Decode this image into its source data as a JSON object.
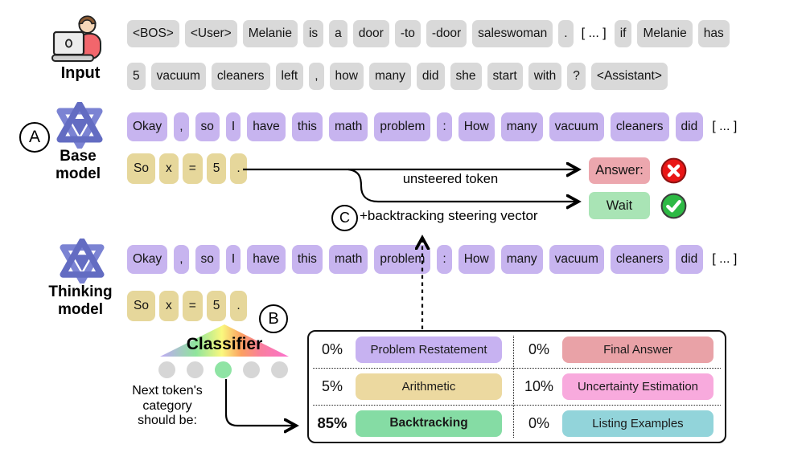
{
  "icons": {
    "input": "person-at-laptop-icon",
    "model": "hexagram-model-logo-icon",
    "fail": "red-cross-icon",
    "pass": "green-check-icon"
  },
  "colors": {
    "gray_token": "#d9d9d9",
    "purple_token": "#c7b4ef",
    "tan_token": "#e6d79b",
    "dot_gray": "#d6d6d6",
    "dot_green": "#8fe4a4",
    "answer_bg": "#eca7ae",
    "wait_bg": "#a9e4b5",
    "logo": "#636cc2",
    "logo_light": "#7b83d3"
  },
  "input": {
    "label": "Input",
    "row1": [
      "<BOS>",
      "<User>",
      "Melanie",
      "is",
      "a",
      "door",
      "-to",
      "-door",
      "saleswoman",
      ".",
      {
        "t": "[ ... ]",
        "plain": true
      },
      "if",
      "Melanie",
      "has"
    ],
    "row2": [
      "5",
      "vacuum",
      "cleaners",
      "left",
      ",",
      "how",
      "many",
      "did",
      "she",
      "start",
      "with",
      "?",
      "<Assistant>"
    ]
  },
  "base_model": {
    "badge": "A",
    "label": "Base\nmodel",
    "row1": [
      "Okay",
      ",",
      "so",
      "I",
      "have",
      "this",
      "math",
      "problem",
      ":",
      "How",
      "many",
      "vacuum",
      "cleaners",
      "did",
      {
        "t": "[ ... ]",
        "plain": true
      }
    ],
    "row2": [
      "So",
      "x",
      "=",
      "5",
      "."
    ]
  },
  "thinking_model": {
    "label": "Thinking\nmodel",
    "row1": [
      "Okay",
      ",",
      "so",
      "I",
      "have",
      "this",
      "math",
      "problem",
      ":",
      "How",
      "many",
      "vacuum",
      "cleaners",
      "did",
      {
        "t": "[ ... ]",
        "plain": true
      }
    ],
    "row2": [
      "So",
      "x",
      "=",
      "5",
      "."
    ]
  },
  "steering": {
    "badge": "C",
    "unsteered_label": "unsteered token",
    "steered_label": "+backtracking steering vector",
    "unsteered_token": "Answer:",
    "steered_token": "Wait"
  },
  "classifier": {
    "badge": "B",
    "label": "Classifier",
    "caption": "Next token's\ncategory\nshould be:",
    "dots": [
      "gray",
      "gray",
      "green",
      "gray",
      "gray"
    ]
  },
  "distribution": {
    "left": [
      {
        "pct": "0%",
        "label": "Problem Restatement",
        "color": "#c7b2f1",
        "bold": false
      },
      {
        "pct": "5%",
        "label": "Arithmetic",
        "color": "#ecd9a0",
        "bold": false
      },
      {
        "pct": "85%",
        "label": "Backtracking",
        "color": "#85dca4",
        "bold": true
      }
    ],
    "right": [
      {
        "pct": "0%",
        "label": "Final Answer",
        "color": "#e9a2a7",
        "bold": false
      },
      {
        "pct": "10%",
        "label": "Uncertainty Estimation",
        "color": "#f8aadd",
        "bold": false
      },
      {
        "pct": "0%",
        "label": "Listing Examples",
        "color": "#92d4da",
        "bold": false
      }
    ]
  }
}
